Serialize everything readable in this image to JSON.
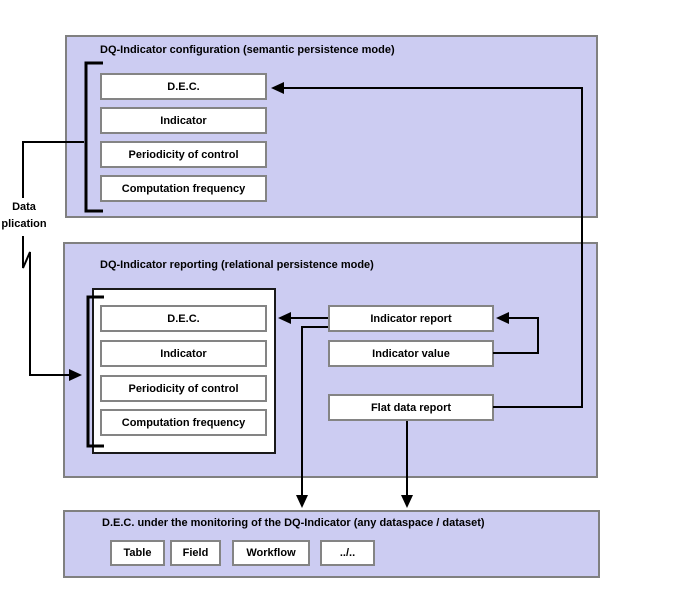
{
  "colors": {
    "panel_fill": "#ccccf2",
    "panel_border": "#808080",
    "box_fill": "#ffffff",
    "box_border": "#848484",
    "container_border": "#1a1a1a",
    "line": "#000000",
    "text": "#000000",
    "background": "#ffffff"
  },
  "panels": {
    "config": {
      "title": "DQ-Indicator configuration (semantic persistence mode)",
      "boxes": [
        "D.E.C.",
        "Indicator",
        "Periodicity of control",
        "Computation frequency"
      ]
    },
    "reporting": {
      "title": "DQ-Indicator reporting (relational persistence mode)",
      "entity_boxes": [
        "D.E.C.",
        "Indicator",
        "Periodicity of control",
        "Computation frequency"
      ],
      "report_boxes": [
        "Indicator report",
        "Indicator value",
        "Flat data report"
      ]
    },
    "monitored": {
      "title": "D.E.C. under the monitoring of the DQ-Indicator (any dataspace / dataset)",
      "boxes": [
        "Table",
        "Field",
        "Workflow",
        "../.."
      ]
    }
  },
  "annotations": {
    "data_replication": {
      "line1": "Data",
      "line2": "plication"
    }
  }
}
